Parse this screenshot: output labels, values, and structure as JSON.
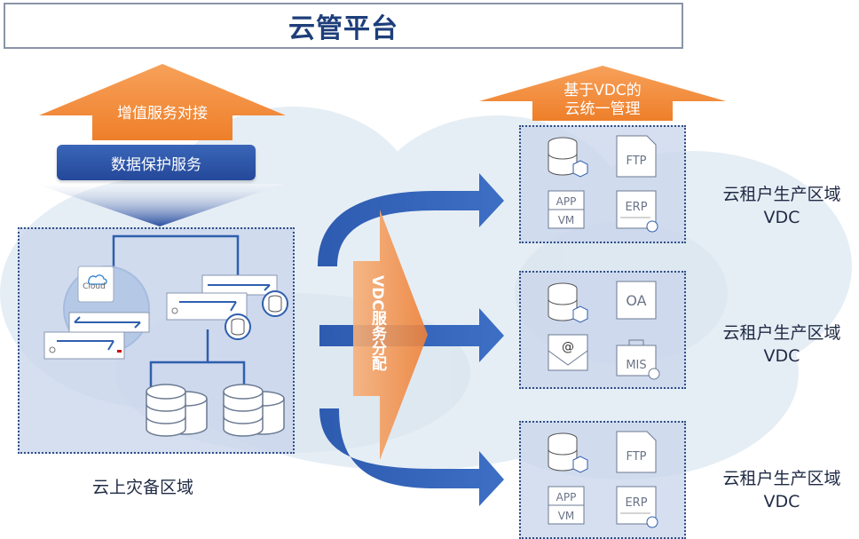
{
  "title": "云管平台",
  "left": {
    "top_arrow_label": "增值服务对接",
    "service_bar_label": "数据保护服务",
    "region_label": "云上灾备区域",
    "cloud_label": "Cloud"
  },
  "center": {
    "distribution_label": "VDC服务分配"
  },
  "right": {
    "top_arrow_label_line1": "基于VDC的",
    "top_arrow_label_line2": "云统一管理",
    "tenants": [
      {
        "label_line1": "云租户生产区域",
        "label_line2": "VDC",
        "icons": [
          {
            "name": "database-oracle",
            "text": ""
          },
          {
            "name": "ftp-folder",
            "text": "FTP"
          },
          {
            "name": "app-vm",
            "text": "APP",
            "text2": "VM"
          },
          {
            "name": "erp-document",
            "text": "ERP"
          }
        ]
      },
      {
        "label_line1": "云租户生产区域",
        "label_line2": "VDC",
        "icons": [
          {
            "name": "database-oracle",
            "text": ""
          },
          {
            "name": "oa-document",
            "text": "OA"
          },
          {
            "name": "email",
            "text": "@"
          },
          {
            "name": "mis-toolbox",
            "text": "MIS"
          }
        ]
      },
      {
        "label_line1": "云租户生产区域",
        "label_line2": "VDC",
        "icons": [
          {
            "name": "database-oracle",
            "text": ""
          },
          {
            "name": "ftp-folder",
            "text": "FTP"
          },
          {
            "name": "app-vm",
            "text": "APP",
            "text2": "VM"
          },
          {
            "name": "erp-document",
            "text": "ERP"
          }
        ]
      }
    ]
  },
  "colors": {
    "title_text": "#1e3e7a",
    "orange": "#f08a3c",
    "blue_arrow": "#2d5bb0",
    "service_bar": "#2b55a5",
    "panel_border": "#2f4f86"
  }
}
